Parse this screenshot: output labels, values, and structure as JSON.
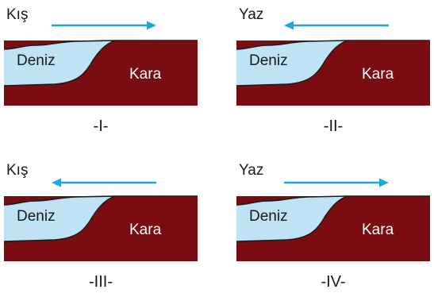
{
  "colors": {
    "sea": "#bfe3f4",
    "land": "#7a0d12",
    "arrow": "#1ea7de",
    "outline": "#1a1a1a"
  },
  "panels": [
    {
      "id": "panel-1",
      "season": "Kış",
      "wind_direction": "right",
      "sea_label": "Deniz",
      "land_label": "Kara",
      "caption": "-I-"
    },
    {
      "id": "panel-2",
      "season": "Yaz",
      "wind_direction": "left",
      "sea_label": "Deniz",
      "land_label": "Kara",
      "caption": "-II-"
    },
    {
      "id": "panel-3",
      "season": "Kış",
      "wind_direction": "left",
      "sea_label": "Deniz",
      "land_label": "Kara",
      "caption": "-III-"
    },
    {
      "id": "panel-4",
      "season": "Yaz",
      "wind_direction": "right",
      "sea_label": "Deniz",
      "land_label": "Kara",
      "caption": "-IV-"
    }
  ]
}
